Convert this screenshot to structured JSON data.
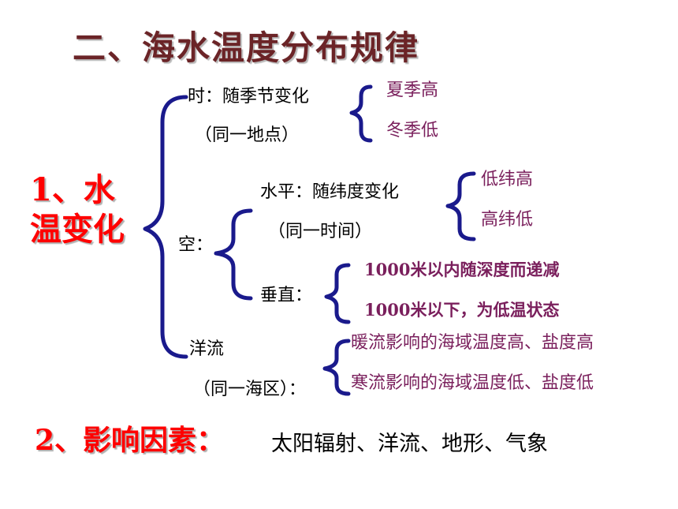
{
  "title": "二、海水温度分布规律",
  "section1": {
    "label_line1": "1、水",
    "label_line2": "温变化",
    "time": {
      "line1": "时：随季节变化",
      "line2": "（同一地点）",
      "items": [
        "夏季高",
        "冬季低"
      ]
    },
    "space": {
      "label": "空：",
      "horizontal": {
        "line1": "水平：随纬度变化",
        "line2": "（同一时间）",
        "items": [
          "低纬高",
          "高纬低"
        ]
      },
      "vertical": {
        "label": "垂直：",
        "items": [
          "1000米以内随深度而递减",
          "1000米以下，为低温状态"
        ]
      }
    },
    "current": {
      "line1": "洋流",
      "line2": "（同一海区）：",
      "items": [
        "暖流影响的海域温度高、盐度高",
        "寒流影响的海域温度低、盐度低"
      ]
    }
  },
  "section2": {
    "label": "2、影响因素：",
    "content": "太阳辐射、洋流、地形、气象"
  },
  "colors": {
    "title": "#6b2427",
    "heading": "#ff0000",
    "brace": "#1a1a8c",
    "item": "#7a1f5c",
    "text": "#000000"
  }
}
